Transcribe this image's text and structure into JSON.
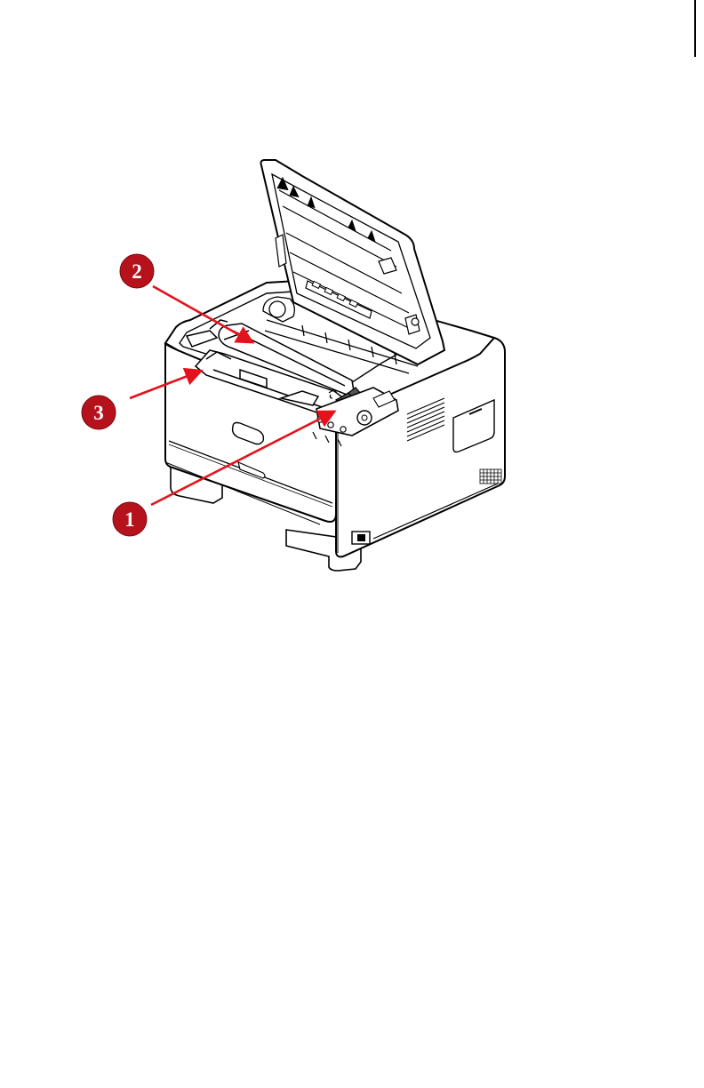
{
  "figure": {
    "subject": "printer-with-top-cover-open",
    "callouts": [
      {
        "number": "1",
        "target": "toner-cartridge-release-lever"
      },
      {
        "number": "2",
        "target": "toner-cartridge"
      },
      {
        "number": "3",
        "target": "image-drum"
      }
    ],
    "colors": {
      "callout_fill": "#b5121b",
      "arrow": "#e3121b",
      "outline": "#000000",
      "body": "#ffffff",
      "dark_part": "#555555"
    }
  }
}
